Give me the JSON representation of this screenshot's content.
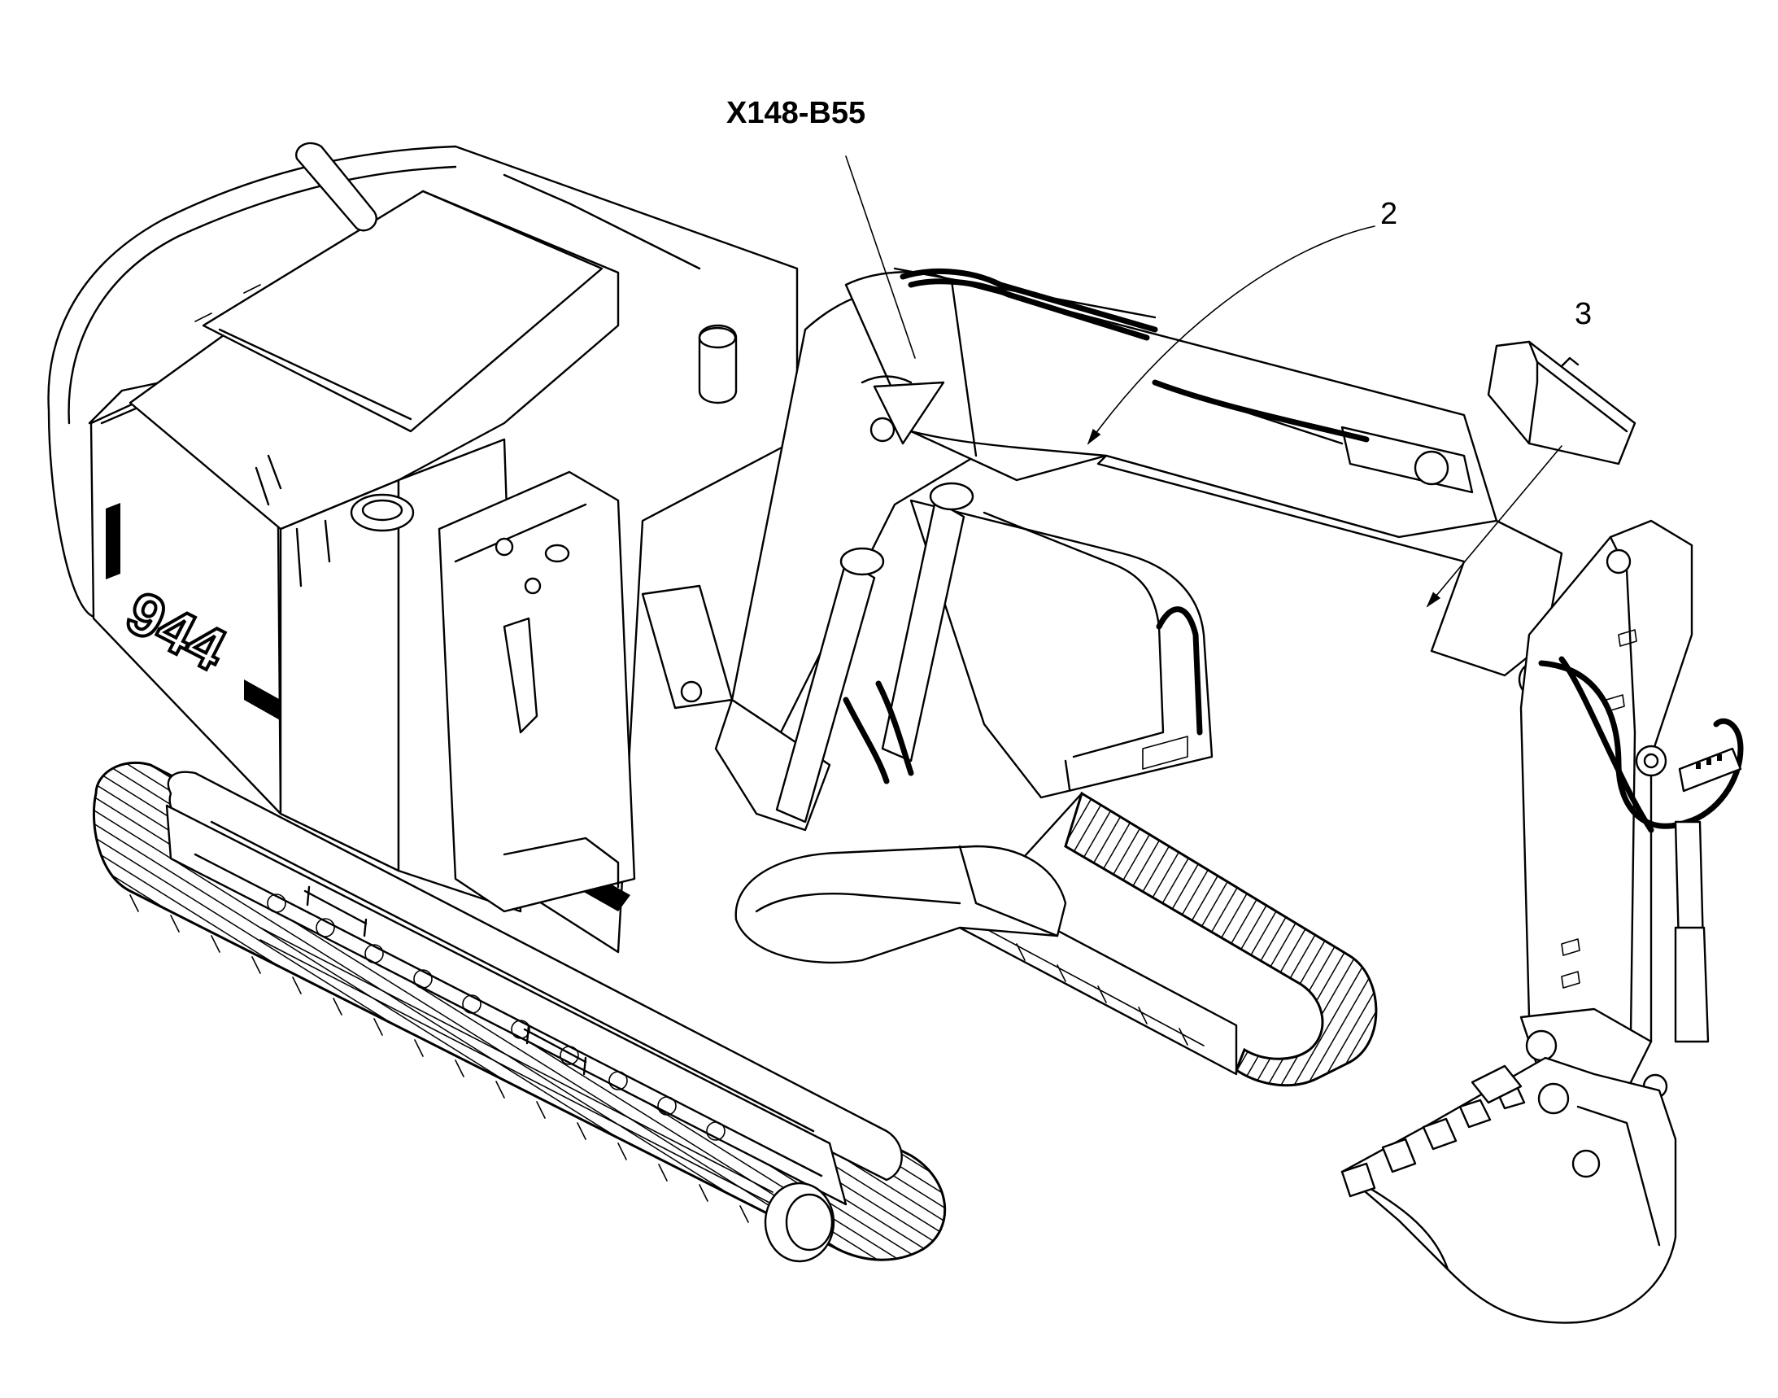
{
  "callouts": {
    "connector_label": "X148-B55",
    "item_2": "2",
    "item_3": "3"
  },
  "machine": {
    "model_marking": "944"
  }
}
